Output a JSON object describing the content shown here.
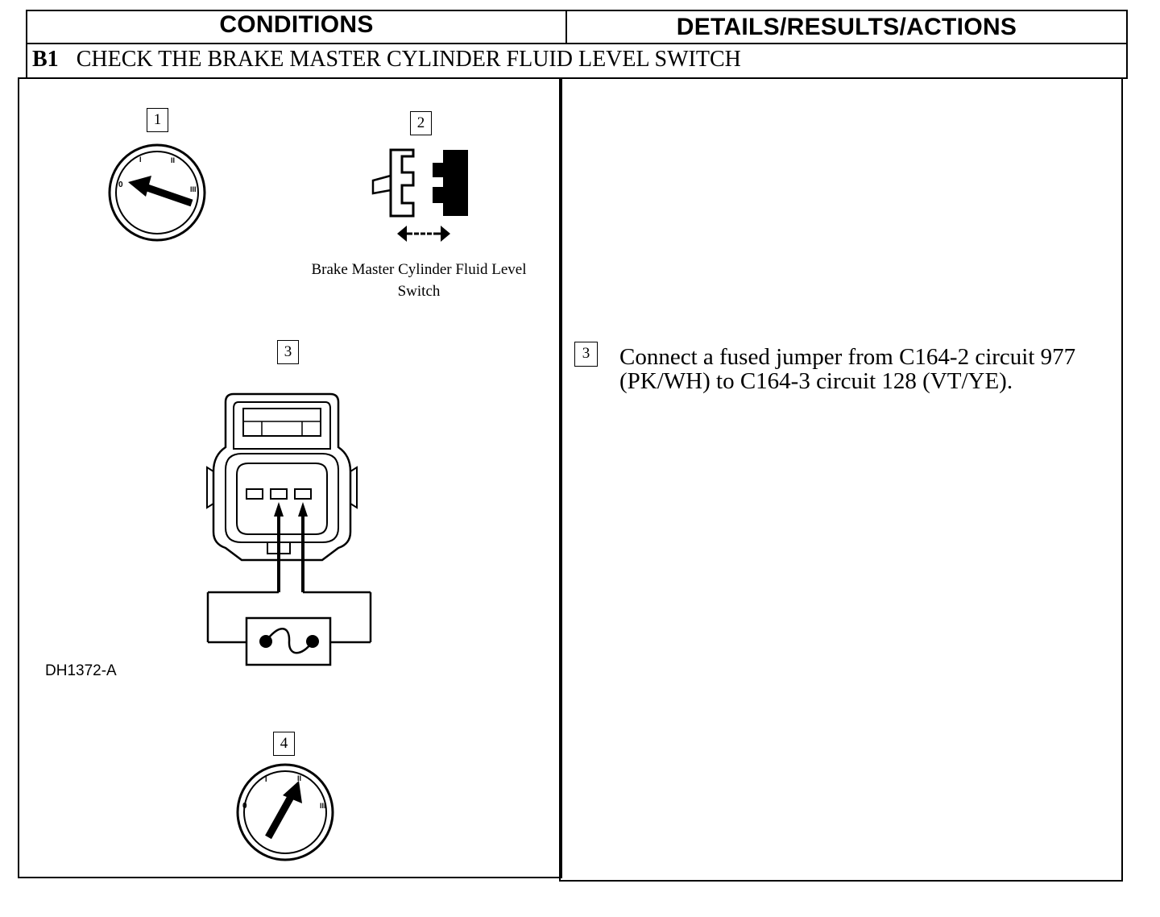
{
  "headers": {
    "conditions": "CONDITIONS",
    "details": "DETAILS/RESULTS/ACTIONS"
  },
  "step": {
    "id": "B1",
    "title": "CHECK THE BRAKE MASTER CYLINDER FLUID LEVEL SWITCH"
  },
  "figures": {
    "callout_1": "1",
    "callout_2": "2",
    "callout_3": "3",
    "callout_4": "4",
    "switch_caption_line1": "Brake Master Cylinder Fluid Level",
    "switch_caption_line2": "Switch",
    "figure_id": "DH1372-A",
    "ignition_positions": {
      "off": "0",
      "accessory": "I",
      "run": "II",
      "start": "III"
    }
  },
  "actions": [
    {
      "callout": "3",
      "line1": "Connect a fused jumper from C164-2 circuit 977",
      "line2": "(PK/WH) to C164-3 circuit 128 (VT/YE)."
    }
  ]
}
